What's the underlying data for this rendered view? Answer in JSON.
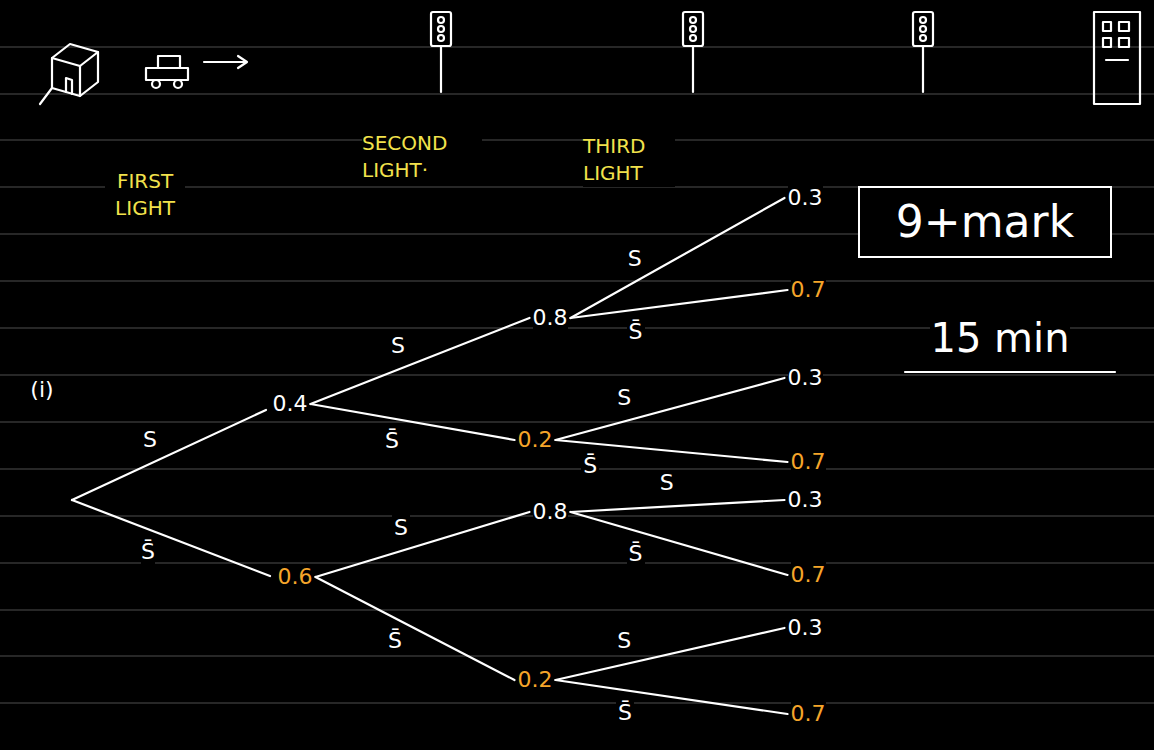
{
  "diagram": {
    "nodes": [
      {
        "text": [
          "0.4"
        ]
      },
      {
        "text": [
          "0.6"
        ]
      },
      {
        "text": [
          "0.8"
        ]
      },
      {
        "text": [
          "0.2"
        ]
      },
      {
        "text": [
          "0.8"
        ]
      },
      {
        "text": [
          "0.2"
        ]
      },
      {
        "text": [
          "0.3"
        ]
      },
      {
        "text": [
          "0.7"
        ]
      },
      {
        "text": [
          "0.3"
        ]
      },
      {
        "text": [
          "0.7"
        ]
      },
      {
        "text": [
          "0.3"
        ]
      },
      {
        "text": [
          "0.7"
        ]
      },
      {
        "text": [
          "0.3"
        ]
      },
      {
        "text": [
          "0.7"
        ]
      },
      {
        "text": [
          "9+mark"
        ]
      }
    ],
    "edges": [
      {
        "from": 0,
        "to": 2,
        "label": "S",
        "arrow": "none"
      },
      {
        "from": 0,
        "to": 3,
        "label": "S̄",
        "arrow": "none"
      },
      {
        "from": 1,
        "to": 4,
        "label": "S",
        "arrow": "none"
      },
      {
        "from": 1,
        "to": 5,
        "label": "S̄",
        "arrow": "none"
      },
      {
        "from": 2,
        "to": 6,
        "label": "S",
        "arrow": "none"
      },
      {
        "from": 2,
        "to": 7,
        "label": "S̄",
        "arrow": "none"
      },
      {
        "from": 3,
        "to": 8,
        "label": "S",
        "arrow": "none"
      },
      {
        "from": 3,
        "to": 9,
        "label": "S̄",
        "arrow": "none"
      },
      {
        "from": 4,
        "to": 10,
        "label": "S",
        "arrow": "none"
      },
      {
        "from": 4,
        "to": 11,
        "label": "S̄",
        "arrow": "none"
      },
      {
        "from": 5,
        "to": 12,
        "label": "S",
        "arrow": "none"
      },
      {
        "from": 5,
        "to": 13,
        "label": "S̄",
        "arrow": "none"
      }
    ],
    "labels": [
      "FIRST LIGHT",
      "SECOND LIGHT·",
      "THIRD LIGHT",
      "(i)",
      "S",
      "S̄",
      "15 min"
    ]
  }
}
